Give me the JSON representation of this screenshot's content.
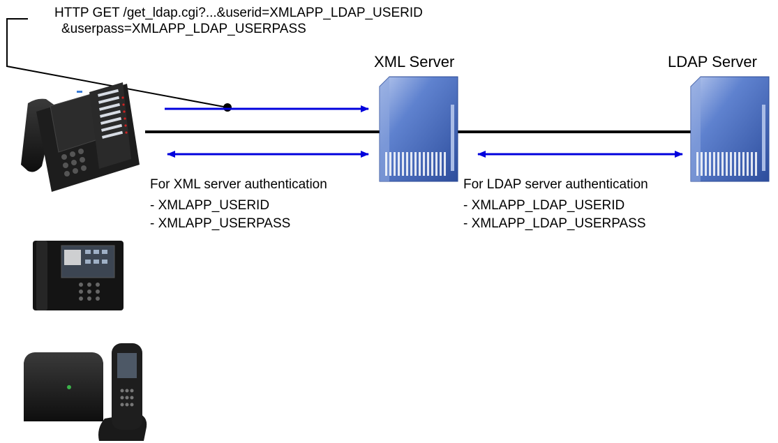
{
  "request": {
    "line1": "HTTP GET /get_ldap.cgi?...&userid=XMLAPP_LDAP_USERID",
    "line2": "&userpass=XMLAPP_LDAP_USERPASS"
  },
  "servers": {
    "xml_label": "XML Server",
    "ldap_label": "LDAP Server"
  },
  "xml_auth": {
    "title": "For XML server authentication",
    "items": [
      "- XMLAPP_USERID",
      "- XMLAPP_USERPASS"
    ]
  },
  "ldap_auth": {
    "title": "For LDAP server authentication",
    "items": [
      "- XMLAPP_LDAP_USERID",
      "- XMLAPP_LDAP_USERPASS"
    ]
  },
  "colors": {
    "arrow": "#0000dd",
    "line": "#000000",
    "server_body": "#4a6fc0",
    "server_light": "#a9bce6",
    "phone": "#1b1b1b"
  }
}
